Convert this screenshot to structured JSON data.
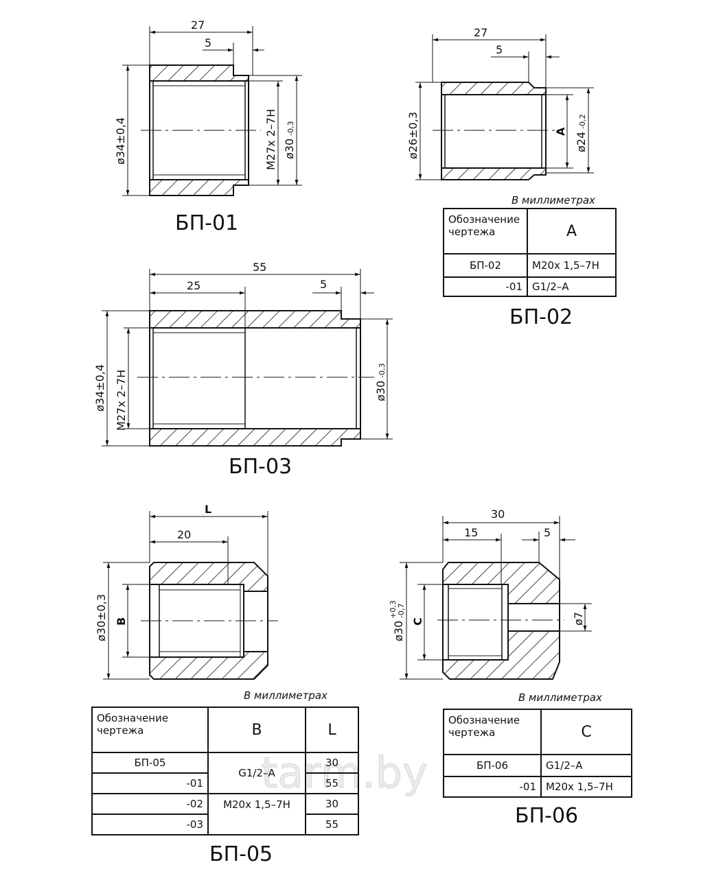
{
  "watermark": "tarm.by",
  "units_caption": "В   миллиметрах",
  "bp01": {
    "label": "БП-01",
    "length": "27",
    "step": "5",
    "outer_dia": "ø34±0,4",
    "thread": "M27x 2–7H",
    "step_dia": "ø30",
    "step_tol": "-0,3"
  },
  "bp02": {
    "label": "БП-02",
    "length": "27",
    "step": "5",
    "outer_dia": "ø26±0,3",
    "thread": "A",
    "step_dia": "ø24",
    "step_tol": "-0,2",
    "table": {
      "col_designation": "Обозначение чертежа",
      "col_a": "A",
      "rows": [
        {
          "designation": "БП-02",
          "a": "M20x 1,5–7H"
        },
        {
          "designation": "-01",
          "a": "G1/2–A"
        }
      ]
    }
  },
  "bp03": {
    "label": "БП-03",
    "length": "55",
    "thread_length": "25",
    "step": "5",
    "outer_dia": "ø34±0,4",
    "thread": "M27x 2–7H",
    "step_dia": "ø30",
    "step_tol": "-0,3"
  },
  "bp05": {
    "label": "БП-05",
    "length": "L",
    "thread_length": "20",
    "outer_dia": "ø30±0,3",
    "thread": "B",
    "table": {
      "col_designation": "Обозначение чертежа",
      "col_b": "B",
      "col_l": "L",
      "rows": [
        {
          "designation": "БП-05",
          "b": "G1/2–A",
          "l": "30"
        },
        {
          "designation": "-01",
          "l": "55"
        },
        {
          "designation": "-02",
          "b": "M20x 1,5–7H",
          "l": "30"
        },
        {
          "designation": "-03",
          "l": "55"
        }
      ]
    }
  },
  "bp06": {
    "label": "БП-06",
    "length": "30",
    "thread_length": "15",
    "step": "5",
    "outer_dia": "ø30",
    "tol_upper": "+0,3",
    "tol_lower": "-0,7",
    "thread": "C",
    "hole_dia": "ø7",
    "table": {
      "col_designation": "Обозначение чертежа",
      "col_c": "C",
      "rows": [
        {
          "designation": "БП-06",
          "c": "G1/2–A"
        },
        {
          "designation": "-01",
          "c": "M20x 1,5–7H"
        }
      ]
    }
  }
}
